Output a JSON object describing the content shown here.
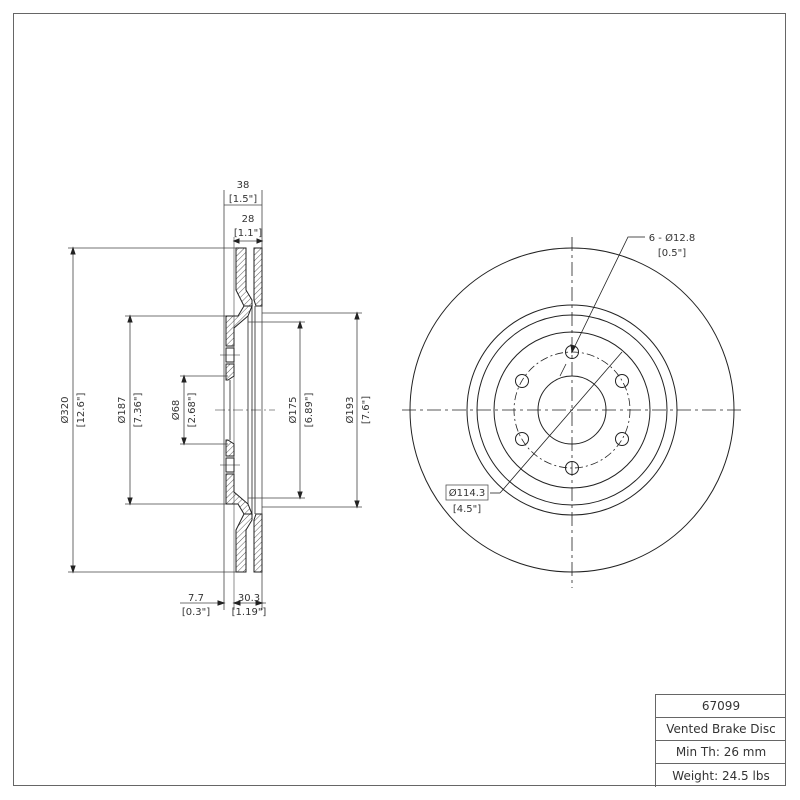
{
  "title_block": {
    "part_number": "67099",
    "description": "Vented Brake Disc",
    "min_thickness": "Min Th: 26 mm",
    "weight": "Weight: 24.5 lbs"
  },
  "side_view": {
    "total_width": {
      "mm": "38",
      "in": "[1.5\"]"
    },
    "rotor_thickness": {
      "mm": "28",
      "in": "[1.1\"]"
    },
    "outer_diameter": {
      "mm": "Ø320",
      "in": "[12.6\"]"
    },
    "hat_diameter": {
      "mm": "Ø187",
      "in": "[7.36\"]"
    },
    "center_bore": {
      "mm": "Ø68",
      "in": "[2.68\"]"
    },
    "inner_vent_diameter": {
      "mm": "Ø175",
      "in": "[6.89\"]"
    },
    "friction_inner_diameter": {
      "mm": "Ø193",
      "in": "[7.6\"]"
    },
    "hat_offset": {
      "mm": "7.7",
      "in": "[0.3\"]"
    },
    "overall_height": {
      "mm": "30.3",
      "in": "[1.19\"]"
    }
  },
  "front_view": {
    "bolt_holes": {
      "label": "6 - Ø12.8",
      "in": "[0.5\"]"
    },
    "bolt_circle": {
      "mm": "Ø114.3",
      "in": "[4.5\"]"
    }
  },
  "colors": {
    "line": "#222222",
    "frame": "#666666",
    "text": "#333333"
  }
}
